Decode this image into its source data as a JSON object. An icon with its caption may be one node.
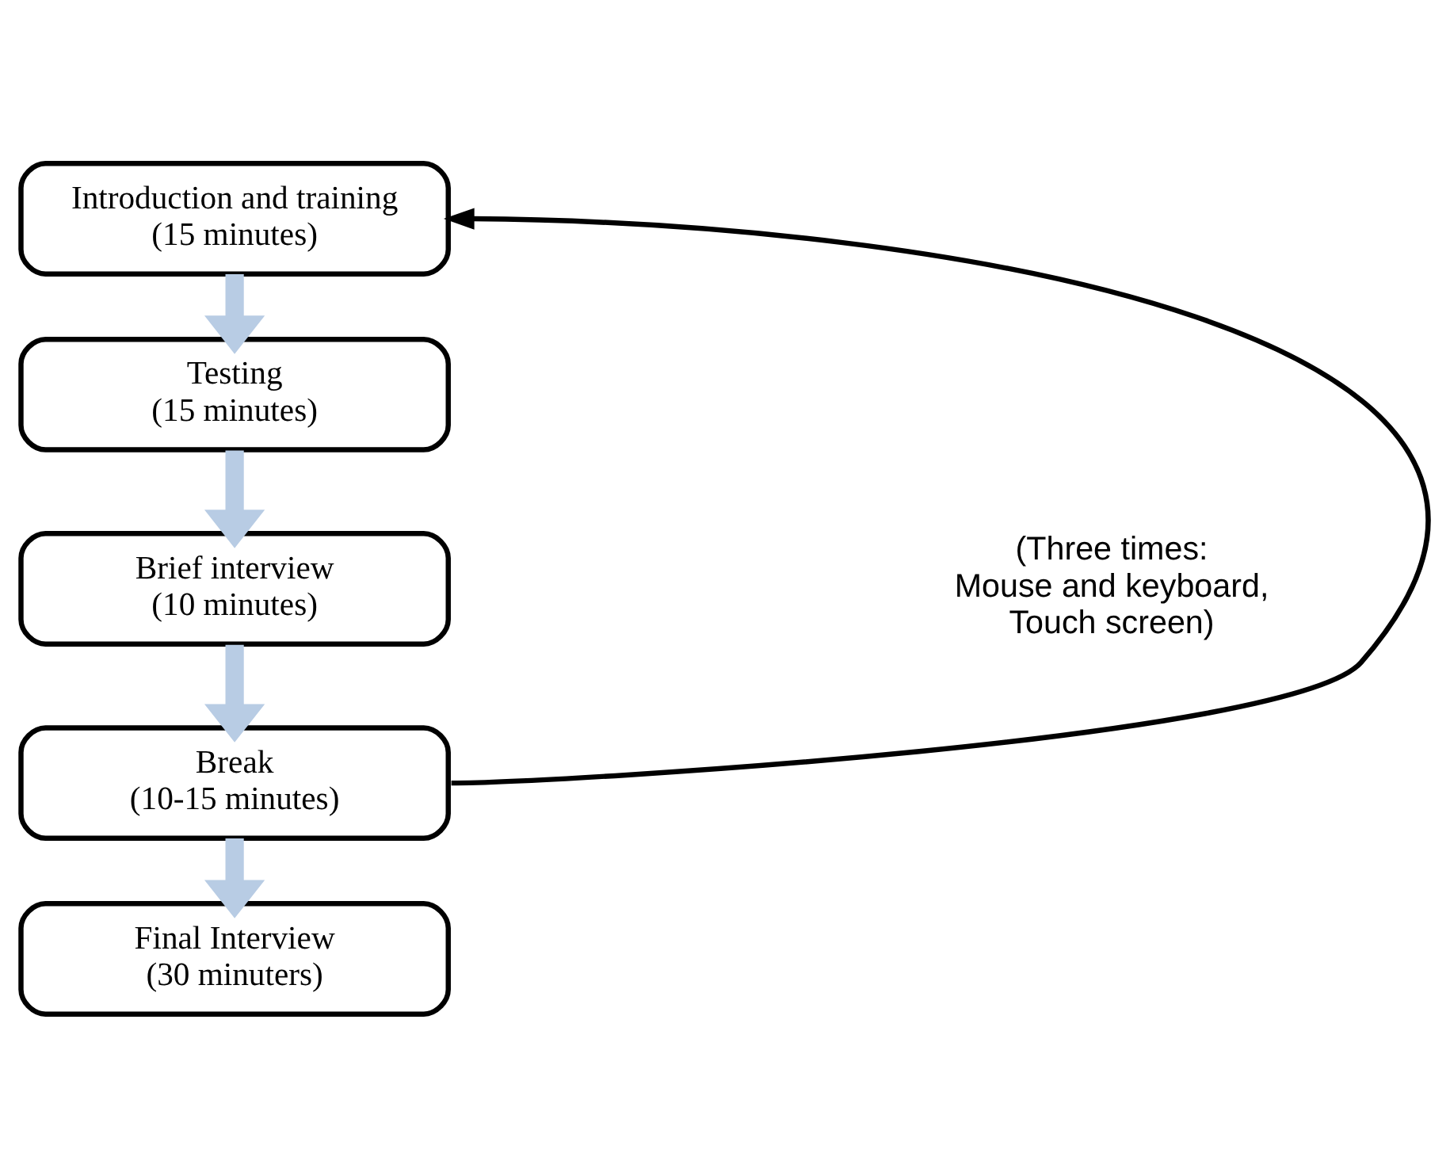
{
  "diagram": {
    "nodes": [
      {
        "text": [
          "Introduction and training",
          "(15 minutes)"
        ]
      },
      {
        "text": [
          "Testing",
          "(15 minutes)"
        ]
      },
      {
        "text": [
          "Brief interview",
          "(10 minutes)"
        ]
      },
      {
        "text": [
          "Break",
          "(10-15 minutes)"
        ]
      },
      {
        "text": [
          "Final Interview",
          "(30 minuters)"
        ]
      }
    ],
    "edges": [
      {
        "from": 0,
        "to": 1,
        "arrow": "to"
      },
      {
        "from": 1,
        "to": 2,
        "arrow": "to"
      },
      {
        "from": 2,
        "to": 3,
        "arrow": "to"
      },
      {
        "from": 3,
        "to": 4,
        "arrow": "to"
      },
      {
        "from": 3,
        "to": 0,
        "arrow": "to",
        "color": "#000000"
      }
    ],
    "labels": [
      "(Three times: Mouse and keyboard, Touch screen)"
    ]
  }
}
